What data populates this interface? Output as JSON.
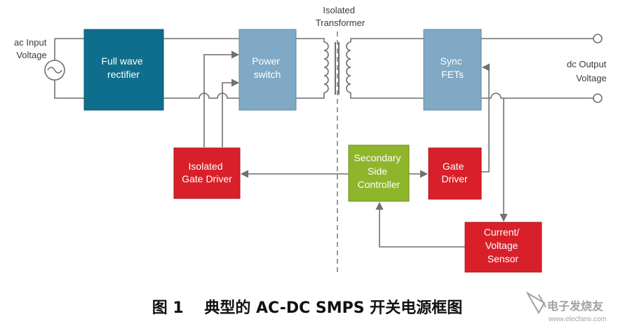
{
  "labels": {
    "ac_input": [
      "ac Input",
      "Voltage"
    ],
    "dc_output": [
      "dc Output",
      "Voltage"
    ],
    "transformer": [
      "Isolated",
      "Transformer"
    ]
  },
  "blocks": {
    "rectifier": {
      "lines": [
        "Full wave",
        "rectifier"
      ],
      "color": "#0f6e8d"
    },
    "power_switch": {
      "lines": [
        "Power",
        "switch"
      ],
      "color": "#7fa9c4"
    },
    "sync_fets": {
      "lines": [
        "Sync",
        "FETs"
      ],
      "color": "#7fa9c4"
    },
    "isolated_gate_driver": {
      "lines": [
        "Isolated",
        "Gate Driver"
      ],
      "color": "#d9202a"
    },
    "secondary_controller": {
      "lines": [
        "Secondary",
        "Side",
        "Controller"
      ],
      "color": "#8fb52b"
    },
    "gate_driver": {
      "lines": [
        "Gate",
        "Driver"
      ],
      "color": "#d9202a"
    },
    "sensor": {
      "lines": [
        "Current/",
        "Voltage",
        "Sensor"
      ],
      "color": "#d9202a"
    }
  },
  "caption": "图 1　 典型的 AC-DC SMPS 开关电源框图",
  "watermark": {
    "text": "电子发烧友",
    "url": "www.elecfans.com"
  }
}
